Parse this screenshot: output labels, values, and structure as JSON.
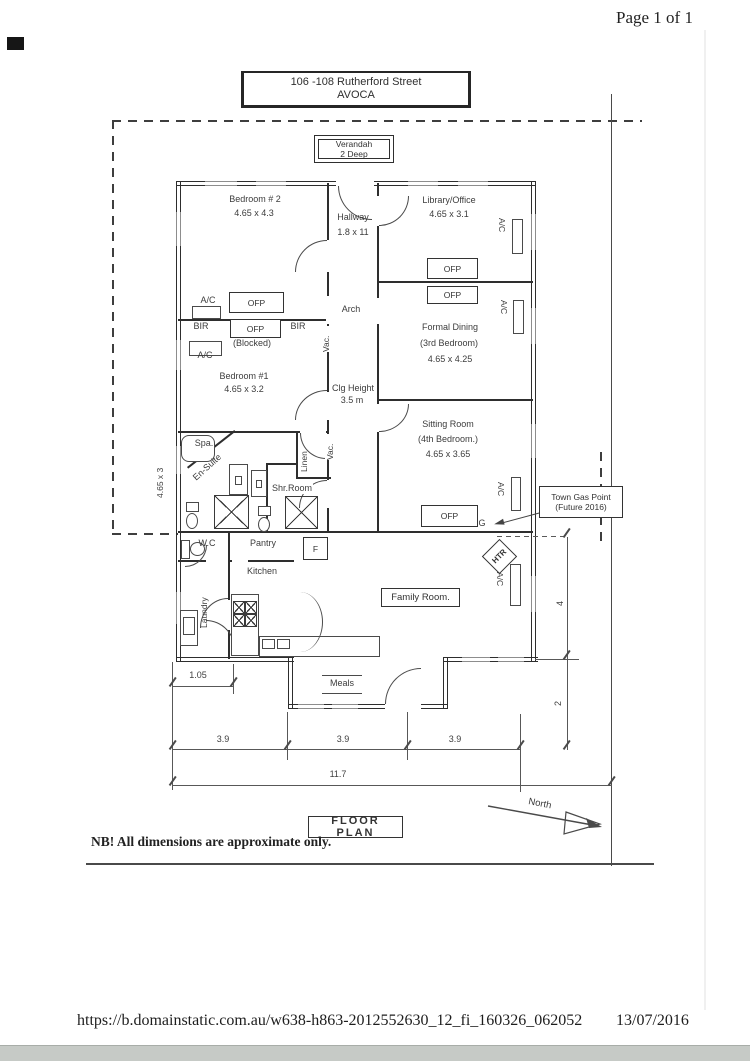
{
  "page": {
    "indicator": "Page 1 of 1",
    "footer_url": "https://b.domainstatic.com.au/w638-h863-2012552630_12_fi_160326_062052",
    "footer_date": "13/07/2016"
  },
  "plan": {
    "title": {
      "line1": "106 -108 Rutherford Street",
      "line2": "AVOCA"
    },
    "verandah": {
      "name": "Verandah",
      "depth": "2  Deep"
    },
    "rooms": {
      "bedroom2": {
        "name": "Bedroom # 2",
        "dims": "4.65  x  4.3"
      },
      "hallway": {
        "name": "Hallway",
        "dims": "1.8 x 11"
      },
      "library": {
        "name": "Library/Office",
        "dims": "4.65  x  3.1"
      },
      "formal_dining": {
        "name": "Formal Dining",
        "alt": "(3rd Bedroom)",
        "dims": "4.65  x  4.25"
      },
      "bedroom1": {
        "name": "Bedroom #1",
        "dims": "4.65 x 3.2"
      },
      "sitting": {
        "name": "Sitting  Room",
        "alt": "(4th Bedroom.)",
        "dims": "4.65  x  3.65"
      },
      "spa": {
        "name": "Spa."
      },
      "ensuite": {
        "name": "En-Suite"
      },
      "shower": {
        "name": "Shr.Room"
      },
      "linen": {
        "name": "Linen"
      },
      "wc": {
        "name": "W.C"
      },
      "pantry": {
        "name": "Pantry"
      },
      "kitchen": {
        "name": "Kitchen"
      },
      "laundry": {
        "name": "Laundry"
      },
      "family": {
        "name": "Family Room."
      },
      "meals": {
        "name": "Meals"
      }
    },
    "features": {
      "ac": "A/C",
      "ofp": "OFP",
      "bir": "BIR",
      "blocked": "(Blocked)",
      "arch": "Arch",
      "vac": "Vac.",
      "clg_height": "Clg  Height",
      "clg_value": "3.5 m",
      "fridge": "F",
      "heater": "HTR",
      "gas_marker": "G",
      "side_dim": "4.65 x 3",
      "gas_point": {
        "line1": "Town Gas Point",
        "line2": "(Future 2016)"
      }
    },
    "dimensions": {
      "left_small": "1.05",
      "bottom_row": [
        "3.9",
        "3.9",
        "3.9"
      ],
      "bottom_total": "11.7",
      "right_upper": "4",
      "right_lower": "2"
    },
    "caption": "FLOOR PLAN",
    "compass": "North",
    "note": "NB! All dimensions are approximate only."
  }
}
